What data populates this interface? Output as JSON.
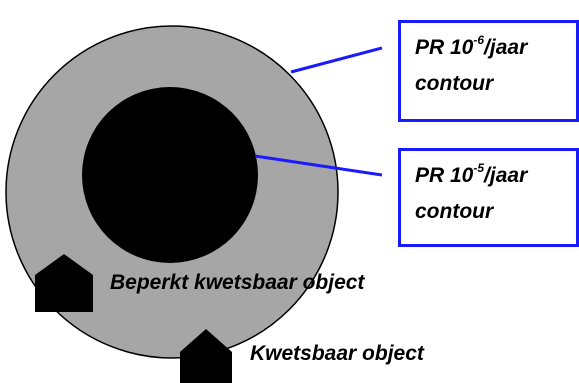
{
  "contours": [
    {
      "id": "outer",
      "pr_prefix": "PR 10",
      "exponent": "-6",
      "suffix": "/jaar",
      "line2": "contour",
      "fill": "#a6a6a6"
    },
    {
      "id": "inner",
      "pr_prefix": "PR 10",
      "exponent": "-5",
      "suffix": "/jaar",
      "line2": "contour",
      "fill": "#000000"
    }
  ],
  "objects": [
    {
      "id": "beperkt",
      "label": "Beperkt kwetsbaar object"
    },
    {
      "id": "kwetsbaar",
      "label": "Kwetsbaar object"
    }
  ],
  "colors": {
    "leader": "#1a1aff",
    "box_border": "#1a1aff",
    "house": "#000000"
  }
}
